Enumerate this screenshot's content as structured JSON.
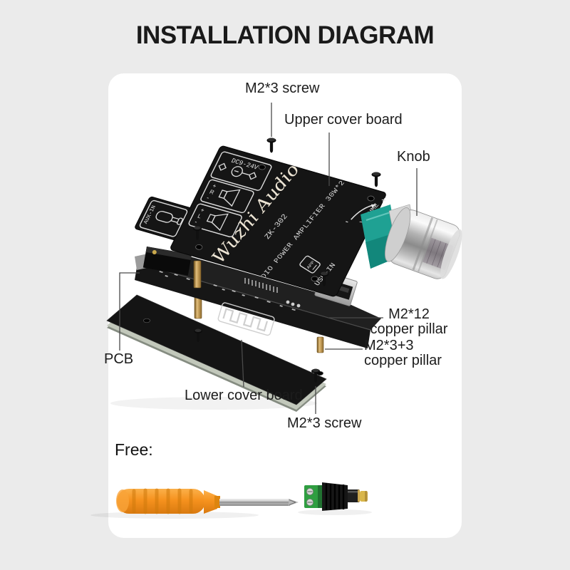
{
  "title": "INSTALLATION DIAGRAM",
  "annotations": {
    "screw_top": "M2*3 screw",
    "upper_cover": "Upper cover board",
    "knob": "Knob",
    "pillar_m2x12_line1": "M2*12",
    "pillar_m2x12_line2": "copper pillar",
    "pillar_m2x3_line1": "M2*3+3",
    "pillar_m2x3_line2": "copper pillar",
    "pcb": "PCB",
    "lower_cover": "Lower cover board",
    "screw_bottom": "M2*3 screw",
    "free": "Free:"
  },
  "board": {
    "brand": "Wuzhi Audio",
    "model": "ZK-302",
    "spec": "AUDIO POWER AMPLIFIER 30W*2",
    "volume_label": "VOLUME",
    "volume_plus": "+",
    "volume_minus": "-",
    "usb_label": "USB-IN",
    "aux_label": "AUX-IN",
    "dc_label": "DC9-24V",
    "app_label": "APP",
    "right_plus": "+",
    "right_channel": "R",
    "right_minus": "-",
    "left_plus": "+",
    "left_channel": "L",
    "left_minus": "-"
  },
  "colors": {
    "background": "#ebebeb",
    "panel": "#ffffff",
    "text": "#1c1c1c",
    "board_black": "#151515",
    "pot_teal": "#1fa193",
    "copper": "#b98f44",
    "chrome": "#cfcfcf",
    "screwdriver_orange": "#f6921e",
    "terminal_green": "#2f9e41",
    "plug_tip_yellow": "#d9b64a",
    "leader_line": "#4a4a4a"
  }
}
